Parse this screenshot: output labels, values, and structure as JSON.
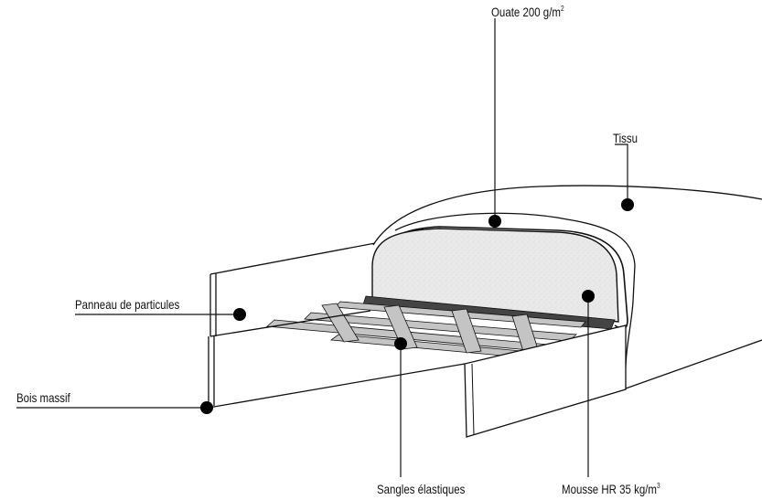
{
  "labels": {
    "ouate": {
      "text": "Ouate 200 g/m",
      "sup": "2"
    },
    "tissu": {
      "text": "Tissu"
    },
    "panneau": {
      "text": "Panneau de particules"
    },
    "bois": {
      "text": "Bois massif"
    },
    "sangles": {
      "text": "Sangles élastiques"
    },
    "mousse": {
      "text": "Mousse HR 35 kg/m",
      "sup": "3"
    }
  },
  "colors": {
    "line": "#111111",
    "foam_fill": "#e9e9e9",
    "strap_fill": "#c4c4c4",
    "strap_dark": "#444444",
    "marker": "#000000"
  }
}
